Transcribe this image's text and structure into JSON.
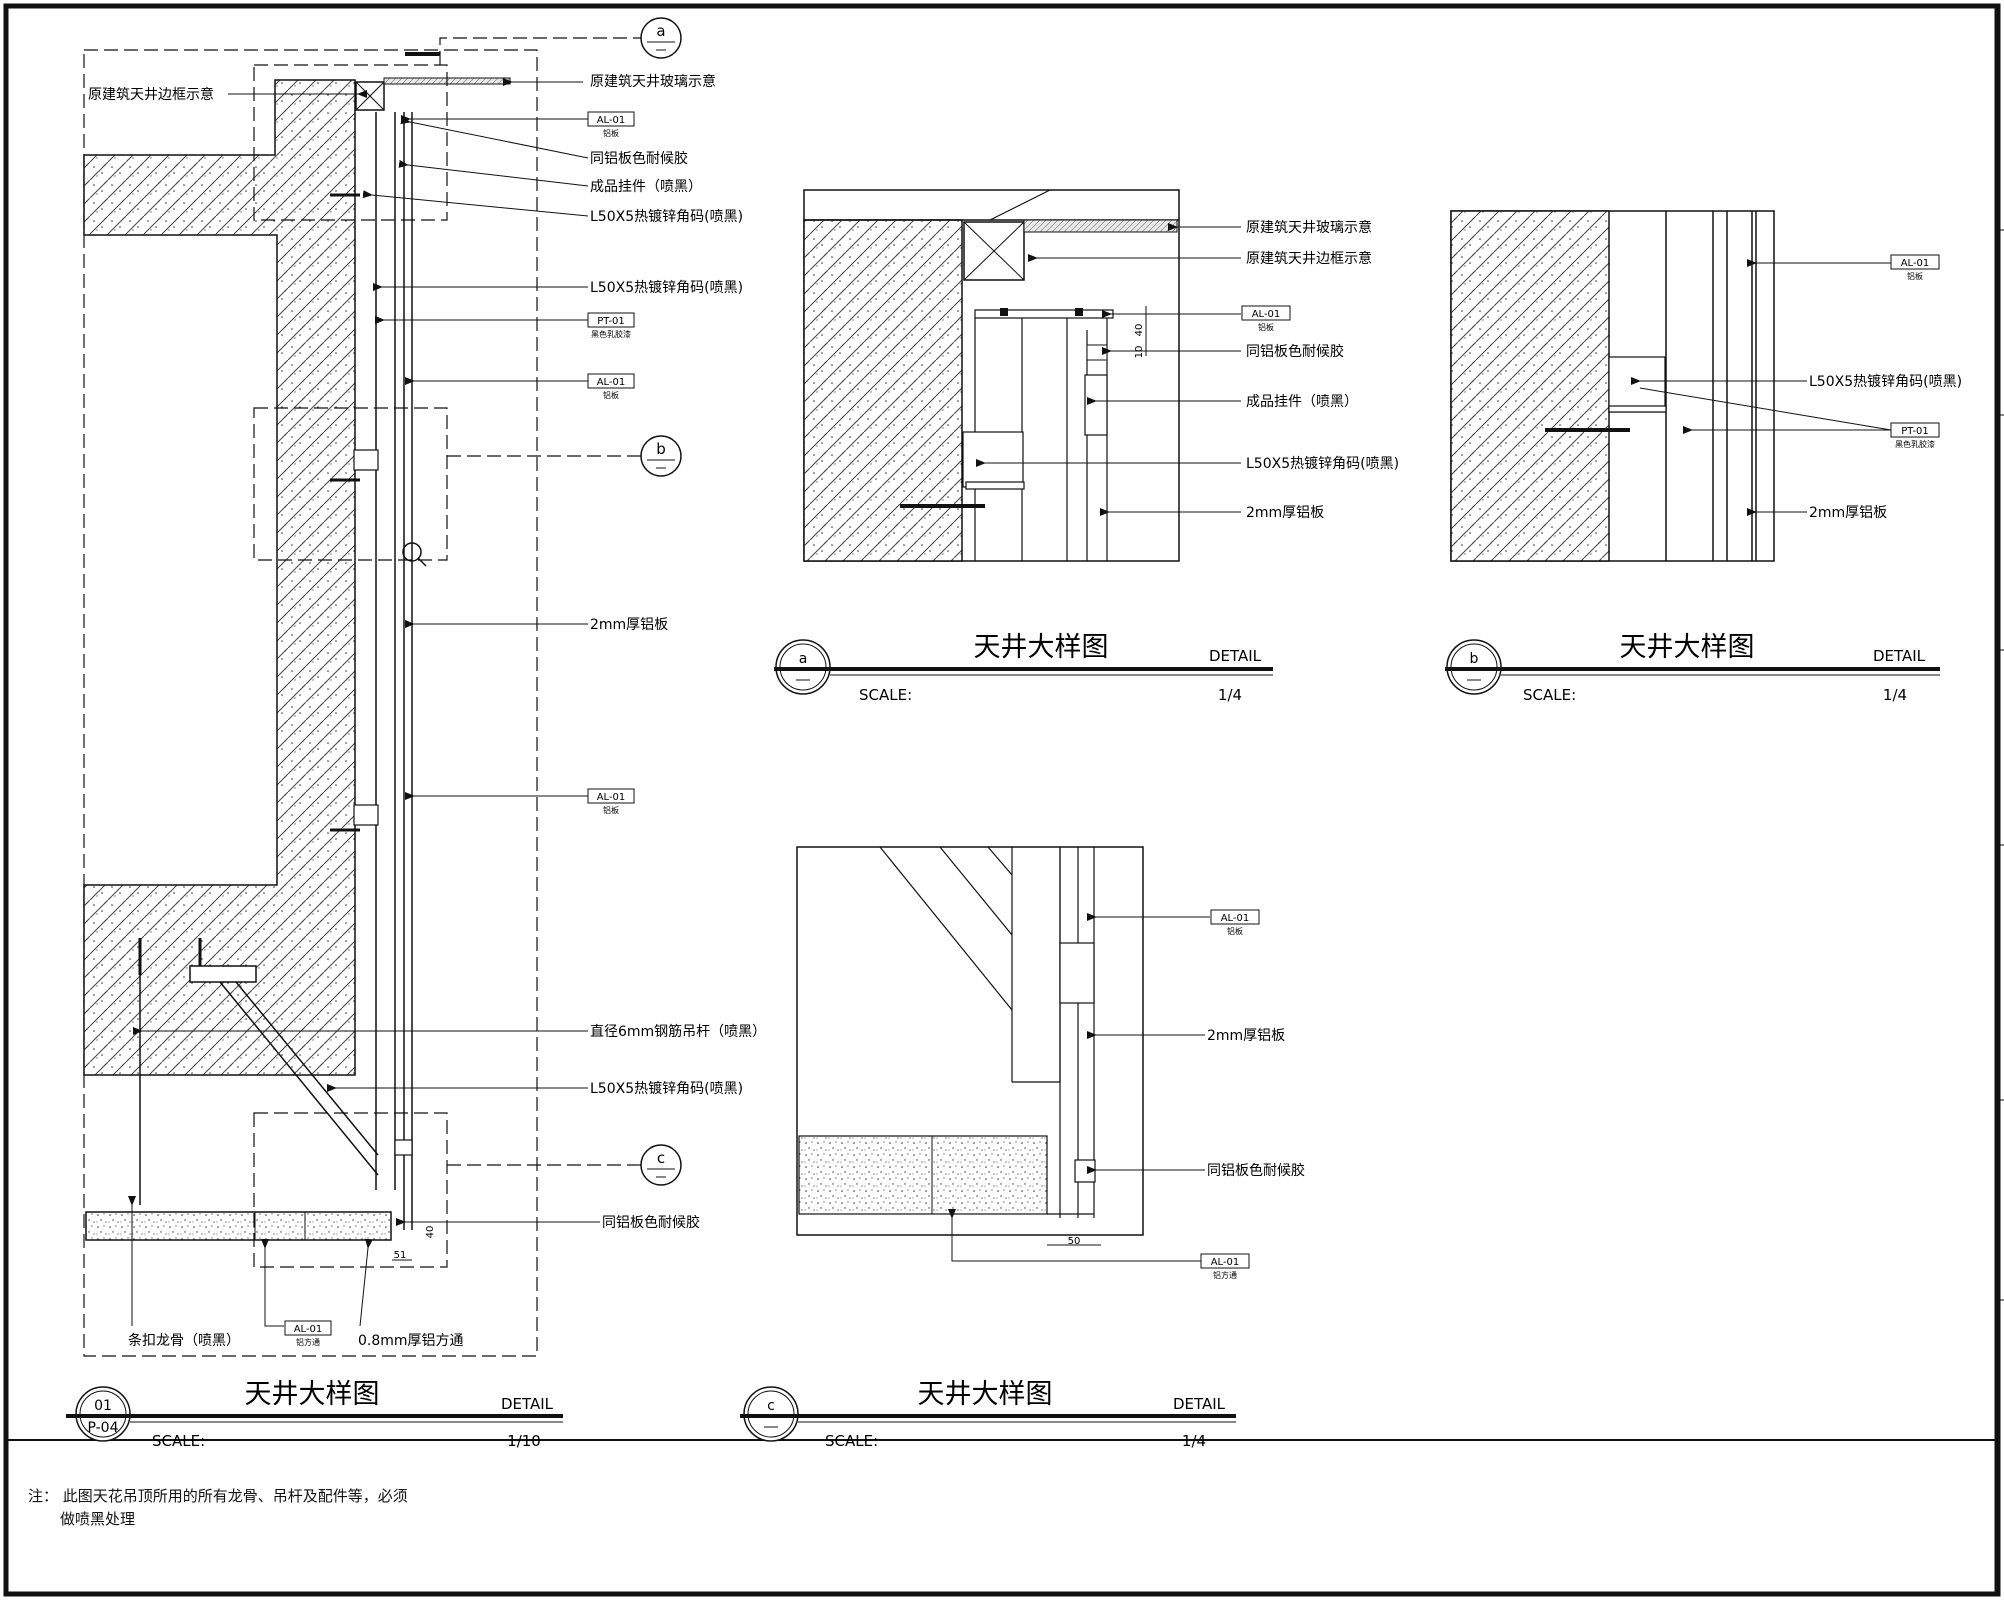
{
  "callout_tags": {
    "a": "a",
    "b": "b",
    "c": "c",
    "detail01": "01",
    "sheet": "P-04"
  },
  "main_detail": {
    "labels": {
      "frame": "原建筑天井边框示意",
      "glass": "原建筑天井玻璃示意",
      "al01_top": "AL-01",
      "al01_top_sub": "铝板",
      "sealant_top": "同铝板色耐候胶",
      "hanger": "成品挂件（喷黑）",
      "angle1": "L50X5热镀锌角码(喷黑)",
      "angle2": "L50X5热镀锌角码(喷黑)",
      "pt01": "PT-01",
      "pt01_sub": "黑色乳胶漆",
      "al01_mid": "AL-01",
      "al01_mid_sub": "铝板",
      "plate": "2mm厚铝板",
      "al01_low": "AL-01",
      "al01_low_sub": "铝板",
      "rod": "直径6mm钢筋吊杆（喷黑）",
      "angle3": "L50X5热镀锌角码(喷黑)",
      "sealant_bottom": "同铝板色耐候胶",
      "keel": "条扣龙骨（喷黑）",
      "al01_bottom": "AL-01",
      "al01_bottom_sub": "铝方通",
      "tube": "0.8mm厚铝方通",
      "dim_40": "40",
      "dim_51": "51"
    },
    "title": {
      "name": "天井大样图",
      "detail": "DETAIL",
      "scale_label": "SCALE:",
      "scale_value": "1/10"
    }
  },
  "detail_a": {
    "labels": {
      "glass": "原建筑天井玻璃示意",
      "frame": "原建筑天井边框示意",
      "al01": "AL-01",
      "al01_sub": "铝板",
      "sealant": "同铝板色耐候胶",
      "hanger": "成品挂件（喷黑）",
      "angle": "L50X5热镀锌角码(喷黑)",
      "plate": "2mm厚铝板",
      "dim_40": "40",
      "dim_10": "10"
    },
    "title": {
      "name": "天井大样图",
      "detail": "DETAIL",
      "scale_label": "SCALE:",
      "scale_value": "1/4"
    }
  },
  "detail_b": {
    "labels": {
      "al01": "AL-01",
      "al01_sub": "铝板",
      "angle": "L50X5热镀锌角码(喷黑)",
      "pt01": "PT-01",
      "pt01_sub": "黑色乳胶漆",
      "plate": "2mm厚铝板"
    },
    "title": {
      "name": "天井大样图",
      "detail": "DETAIL",
      "scale_label": "SCALE:",
      "scale_value": "1/4"
    }
  },
  "detail_c": {
    "labels": {
      "al01_top": "AL-01",
      "al01_top_sub": "铝板",
      "plate": "2mm厚铝板",
      "sealant": "同铝板色耐候胶",
      "al01_bottom": "AL-01",
      "al01_bottom_sub": "铝方通",
      "dim_50": "50"
    },
    "title": {
      "name": "天井大样图",
      "detail": "DETAIL",
      "scale_label": "SCALE:",
      "scale_value": "1/4"
    }
  },
  "notes": {
    "line1": "注：  此图天花吊顶所用的所有龙骨、吊杆及配件等，必须",
    "line2": "做喷黑处理"
  },
  "colors": {
    "ink": "#111111",
    "background": "#ffffff"
  }
}
